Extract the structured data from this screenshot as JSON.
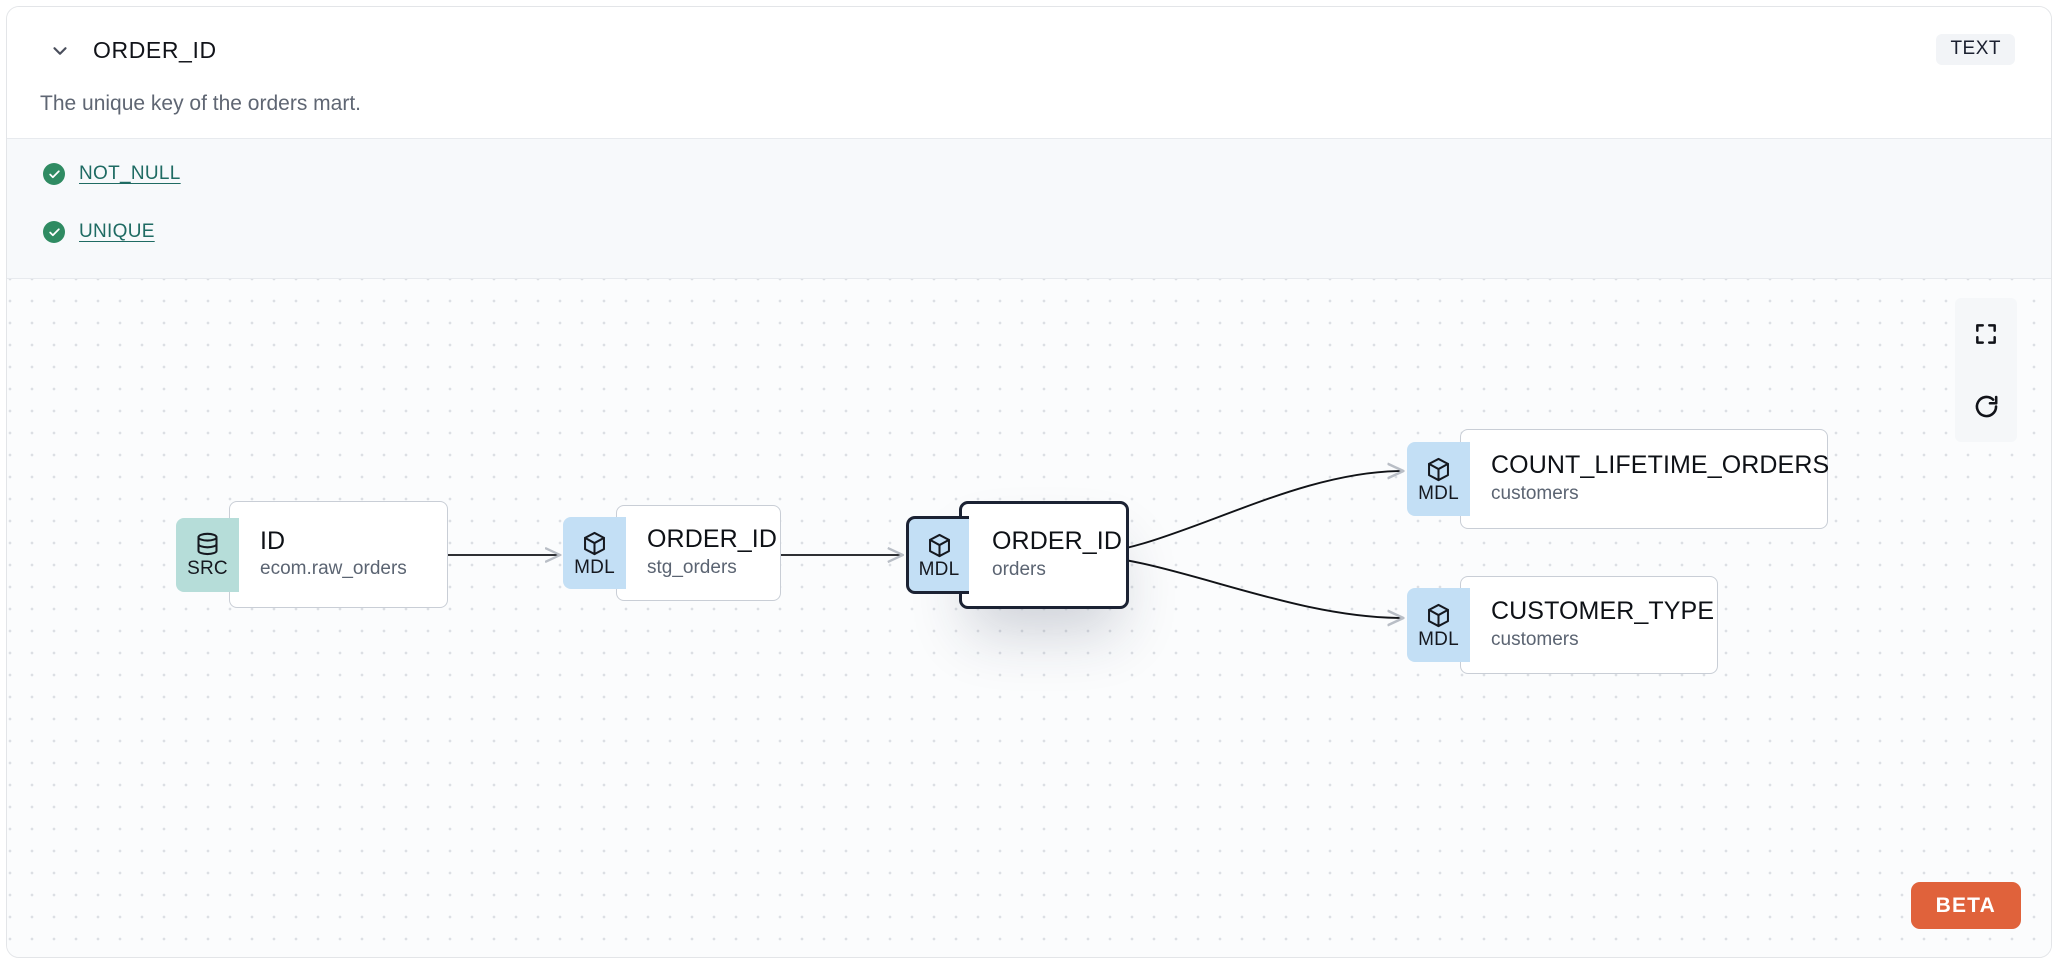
{
  "header": {
    "chevron_icon": "chevron-down-icon",
    "column_name": "ORDER_ID",
    "data_type_badge": "TEXT",
    "description": "The unique key of the orders mart."
  },
  "tests": {
    "status_icon": "check-circle-icon",
    "items": [
      {
        "label": "NOT_NULL",
        "status": "passed"
      },
      {
        "label": "UNIQUE",
        "status": "passed"
      }
    ]
  },
  "lineage": {
    "nodes": [
      {
        "id": "src",
        "badge": "SRC",
        "badge_icon": "database-icon",
        "name": "ID",
        "source": "ecom.raw_orders",
        "selected": false
      },
      {
        "id": "stg",
        "badge": "MDL",
        "badge_icon": "cube-icon",
        "name": "ORDER_ID",
        "source": "stg_orders",
        "selected": false
      },
      {
        "id": "orders",
        "badge": "MDL",
        "badge_icon": "cube-icon",
        "name": "ORDER_ID",
        "source": "orders",
        "selected": true
      },
      {
        "id": "clo",
        "badge": "MDL",
        "badge_icon": "cube-icon",
        "name": "COUNT_LIFETIME_ORDERS",
        "source": "customers",
        "selected": false
      },
      {
        "id": "ct",
        "badge": "MDL",
        "badge_icon": "cube-icon",
        "name": "CUSTOMER_TYPE",
        "source": "customers",
        "selected": false
      }
    ],
    "edges": [
      {
        "from": "src",
        "to": "stg"
      },
      {
        "from": "stg",
        "to": "orders"
      },
      {
        "from": "orders",
        "to": "clo"
      },
      {
        "from": "orders",
        "to": "ct"
      }
    ],
    "controls": [
      {
        "name": "fit-view",
        "icon": "fullscreen-icon"
      },
      {
        "name": "reset",
        "icon": "refresh-icon"
      }
    ],
    "beta_badge": "BETA"
  },
  "colors": {
    "src_badge": "#b6ddd9",
    "mdl_badge": "#c3dff5",
    "test_pass": "#2f8b62",
    "test_link": "#1f6b63",
    "beta": "#e0623b",
    "selected_border": "#1b2233"
  }
}
